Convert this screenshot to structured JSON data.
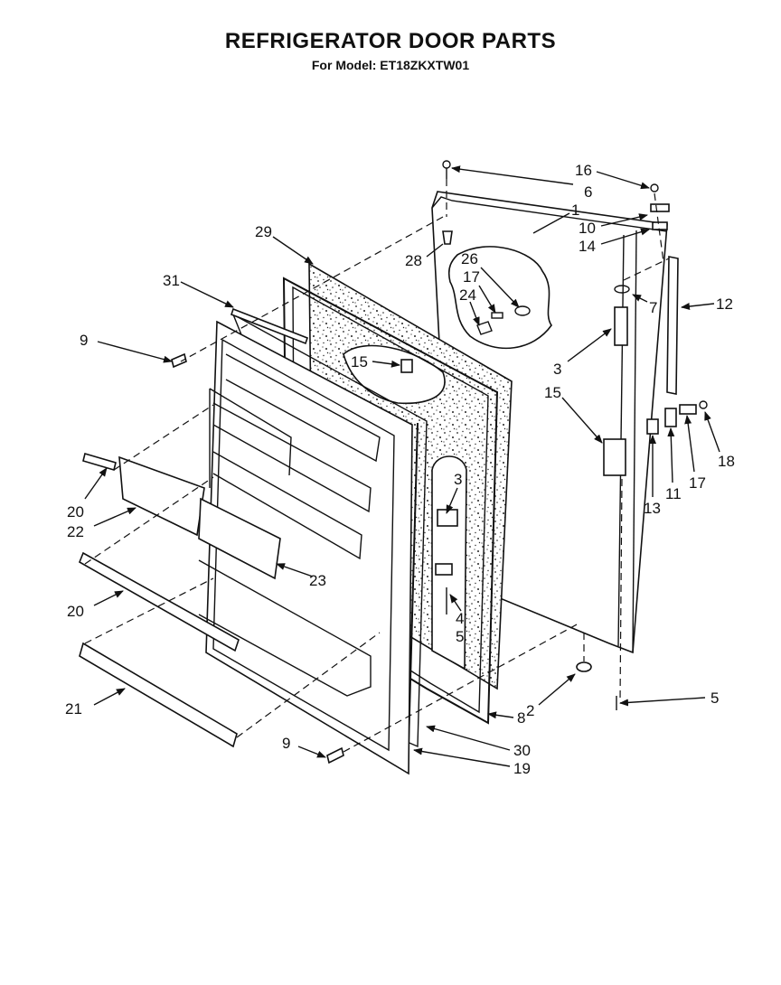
{
  "title": "REFRIGERATOR DOOR PARTS",
  "subtitle": "For Model: ET18ZKXTW01",
  "callouts": [
    {
      "id": "c16",
      "text": "16"
    },
    {
      "id": "c6",
      "text": "6"
    },
    {
      "id": "c1",
      "text": "1"
    },
    {
      "id": "c10",
      "text": "10"
    },
    {
      "id": "c14",
      "text": "14"
    },
    {
      "id": "c29",
      "text": "29"
    },
    {
      "id": "c28",
      "text": "28"
    },
    {
      "id": "c26",
      "text": "26"
    },
    {
      "id": "c17a",
      "text": "17"
    },
    {
      "id": "c24",
      "text": "24"
    },
    {
      "id": "c7",
      "text": "7"
    },
    {
      "id": "c12",
      "text": "12"
    },
    {
      "id": "c31",
      "text": "31"
    },
    {
      "id": "c9a",
      "text": "9"
    },
    {
      "id": "c15a",
      "text": "15"
    },
    {
      "id": "c3a",
      "text": "3"
    },
    {
      "id": "c15b",
      "text": "15"
    },
    {
      "id": "c18",
      "text": "18"
    },
    {
      "id": "c13",
      "text": "13"
    },
    {
      "id": "c11",
      "text": "11"
    },
    {
      "id": "c17b",
      "text": "17"
    },
    {
      "id": "c3b",
      "text": "3"
    },
    {
      "id": "c20a",
      "text": "20"
    },
    {
      "id": "c22",
      "text": "22"
    },
    {
      "id": "c23",
      "text": "23"
    },
    {
      "id": "c20b",
      "text": "20"
    },
    {
      "id": "c4",
      "text": "4"
    },
    {
      "id": "c5a",
      "text": "5"
    },
    {
      "id": "c21",
      "text": "21"
    },
    {
      "id": "c2",
      "text": "2"
    },
    {
      "id": "c5b",
      "text": "5"
    },
    {
      "id": "c8",
      "text": "8"
    },
    {
      "id": "c9b",
      "text": "9"
    },
    {
      "id": "c30",
      "text": "30"
    },
    {
      "id": "c19",
      "text": "19"
    }
  ]
}
